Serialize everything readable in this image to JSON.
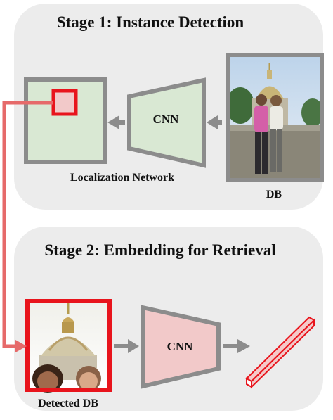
{
  "stage1": {
    "title": "Stage 1: Instance Detection",
    "cnn_label": "CNN",
    "network_label": "Localization Network",
    "db_label": "DB"
  },
  "stage2": {
    "title": "Stage 2: Embedding for Retrieval",
    "cnn_label": "CNN",
    "detected_label": "Detected DB"
  },
  "colors": {
    "panel_bg": "#ececec",
    "green_fill": "#d9e8d3",
    "pink_fill": "#f2c9c9",
    "gray_stroke": "#8c8c8c",
    "red": "#e8141c",
    "connector_red": "#e66a6a"
  }
}
